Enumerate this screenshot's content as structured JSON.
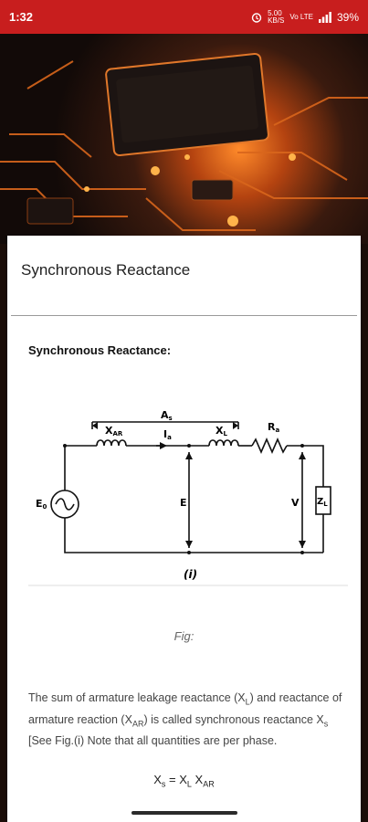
{
  "status_bar": {
    "time": "1:32",
    "data_speed_value": "5.00",
    "data_speed_unit": "KB/S",
    "network_label": "Vo LTE",
    "battery_text": "39%"
  },
  "article": {
    "title": "Synchronous Reactance",
    "section_heading": "Synchronous Reactance:",
    "figure_caption": "Fig:",
    "body": {
      "p1": "The sum of armature leakage reactance (X",
      "s1": "L",
      "p2": ") and reactance of armature reaction (X",
      "s2": "AR",
      "p3": ") is called synchronous reactance X",
      "s3": "s",
      "p4": " [See Fig.(i) Note that all quantities are per phase."
    },
    "formula": {
      "t1": "X",
      "s1": "s",
      "t2": " = X",
      "s2": "L",
      "t3": " X",
      "s3": "AR"
    }
  },
  "diagram": {
    "xar": "X",
    "xar_sub": "AR",
    "ia": "I",
    "ia_sub": "a",
    "xl": "X",
    "xl_sub": "L",
    "ra": "R",
    "ra_sub": "a",
    "as": "A",
    "as_sub": "s",
    "e0": "E",
    "e0_sub": "0",
    "e": "E",
    "v": "V",
    "zl": "Z",
    "zl_sub": "L",
    "panel_label": "(i)"
  }
}
